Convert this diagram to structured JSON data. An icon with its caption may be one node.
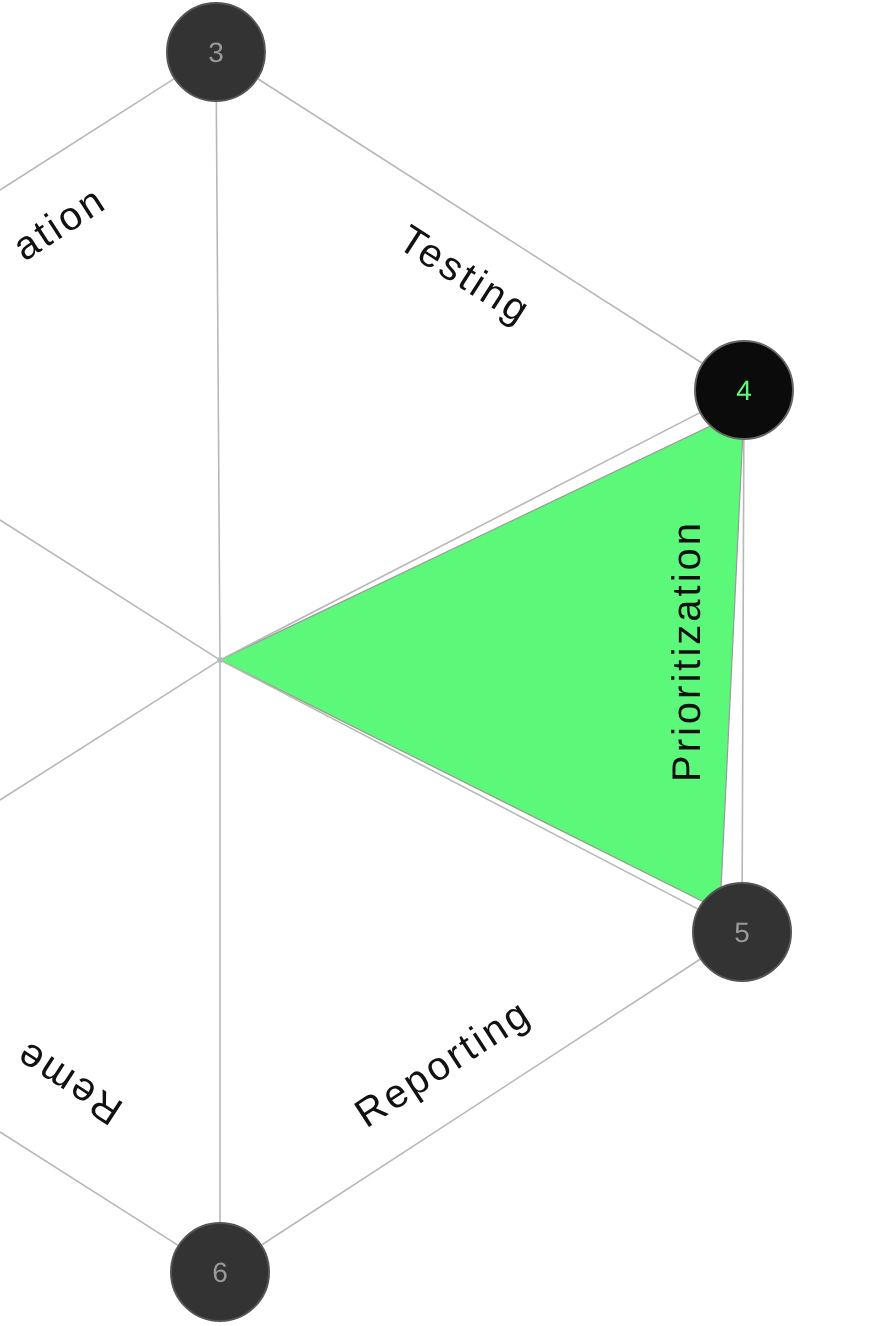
{
  "diagram": {
    "nodes": [
      {
        "text": [
          "3"
        ]
      },
      {
        "text": [
          "4"
        ]
      },
      {
        "text": [
          "5"
        ]
      },
      {
        "text": [
          "6"
        ]
      },
      {
        "text": [],
        "shape": "point"
      }
    ],
    "edges": [
      {
        "from": 0,
        "to": 1,
        "arrow": "none",
        "label": "Testing"
      },
      {
        "from": 1,
        "to": 2,
        "arrow": "none",
        "label": "Prioritization"
      },
      {
        "from": 2,
        "to": 3,
        "arrow": "none",
        "label": "Reporting"
      },
      {
        "from": 0,
        "to": null,
        "arrow": "none",
        "label": "ation"
      },
      {
        "from": 3,
        "to": null,
        "arrow": "none",
        "label": "Reme"
      },
      {
        "from": 4,
        "to": 0,
        "arrow": "none"
      },
      {
        "from": 4,
        "to": 1,
        "arrow": "none"
      },
      {
        "from": 4,
        "to": 2,
        "arrow": "none"
      },
      {
        "from": 4,
        "to": 3,
        "arrow": "none"
      },
      {
        "from": 4,
        "to": null,
        "arrow": "none"
      },
      {
        "from": 4,
        "to": null,
        "arrow": "none"
      }
    ]
  }
}
